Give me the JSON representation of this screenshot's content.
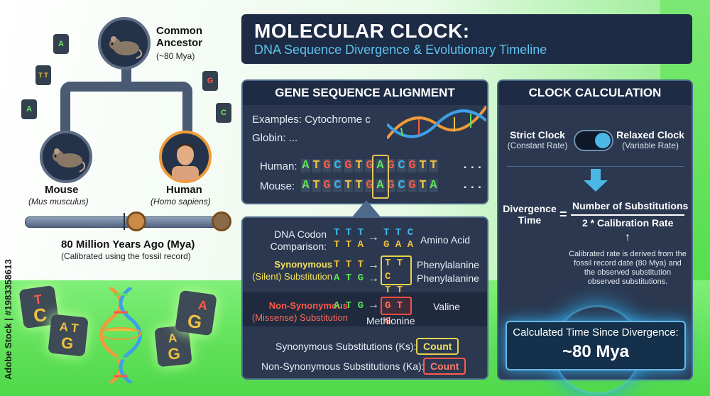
{
  "tree": {
    "ancestor_label": "Common Ancestor",
    "ancestor_sub": "(~80 Mya)",
    "mouse_label": "Mouse",
    "mouse_sub": "(Mus musculus)",
    "human_label": "Human",
    "human_sub": "(Homo sapiens)",
    "floating_bases": [
      "A",
      "T T",
      "A",
      "G",
      "C"
    ]
  },
  "timeline": {
    "label": "80 Million Years Ago (Mya)",
    "sub": "(Calibrated using the fossil record)"
  },
  "tiles": [
    "T",
    "C",
    "A T",
    "G",
    "A",
    "G",
    "G",
    "A"
  ],
  "header": {
    "title": "MOLECULAR CLOCK:",
    "subtitle": "DNA Sequence Divergence & Evolutionary Timeline"
  },
  "alignment": {
    "heading": "GENE SEQUENCE ALIGNMENT",
    "examples_line1": "Examples: Cytochrome c",
    "examples_line2": "Globin: ...",
    "human_label": "Human:",
    "human_seq": [
      "A",
      "T",
      "G",
      "C",
      "G",
      "T",
      "G",
      "A",
      "G",
      "C",
      "G",
      "T",
      "T"
    ],
    "mouse_label": "Mouse:",
    "mouse_seq": [
      "A",
      "T",
      "G",
      "C",
      "T",
      "T",
      "G",
      "A",
      "G",
      "C",
      "G",
      "T",
      "A"
    ],
    "ellipsis": "..."
  },
  "codon": {
    "comparison_label_1": "DNA Codon",
    "comparison_label_2": "Comparison:",
    "cmp_top": "T T T",
    "cmp_bottom": "T T A",
    "cmp_right_top": "T T C",
    "cmp_right_bottom": "G A A",
    "amino_acid_label": "Amino Acid",
    "syn_label_1": "Synonymous",
    "syn_label_2": "(Silent) Substitution",
    "syn_left_1": "T T T",
    "syn_left_2": "A T G",
    "syn_right_1": "T T C",
    "syn_right_2": "T T C",
    "syn_aa_1": "Phenylalanine",
    "syn_aa_2": "Phenylalanine",
    "nonsyn_label_1": "Non-Synonymous",
    "nonsyn_label_2": "(Missense) Substitution",
    "nonsyn_left": "A T G",
    "nonsyn_right": "G T G",
    "nonsyn_aa_right": "Valine",
    "nonsyn_aa_bottom": "Methionine",
    "ks_label": "Synonymous Substitutions (Ks):",
    "ka_label": "Non-Synonymous Substitutions (Ka):",
    "count": "Count"
  },
  "clock": {
    "heading": "CLOCK CALCULATION",
    "strict": "Strict Clock",
    "strict_sub": "(Constant Rate)",
    "relaxed": "Relaxed Clock",
    "relaxed_sub": "(Variable Rate)",
    "div_label_1": "Divergence",
    "div_label_2": "Time",
    "equals": "=",
    "numerator": "Number of Substitutions",
    "denominator": "2 * Calibration Rate",
    "note": "Calibrated rate is derived from the fossil record date (80 Mya) and the observed substitution observed substitutions.",
    "result_label": "Calculated Time Since Divergence:",
    "result_value": "~80 Mya"
  },
  "watermark": {
    "side_text": "Adobe Stock | #1983358613"
  },
  "colors": {
    "A": "#5fe05a",
    "T": "#f0c040",
    "G": "#ff5a4a",
    "C": "#3fb8f0",
    "navy": "#1d2b44",
    "green": "#5fe058"
  }
}
